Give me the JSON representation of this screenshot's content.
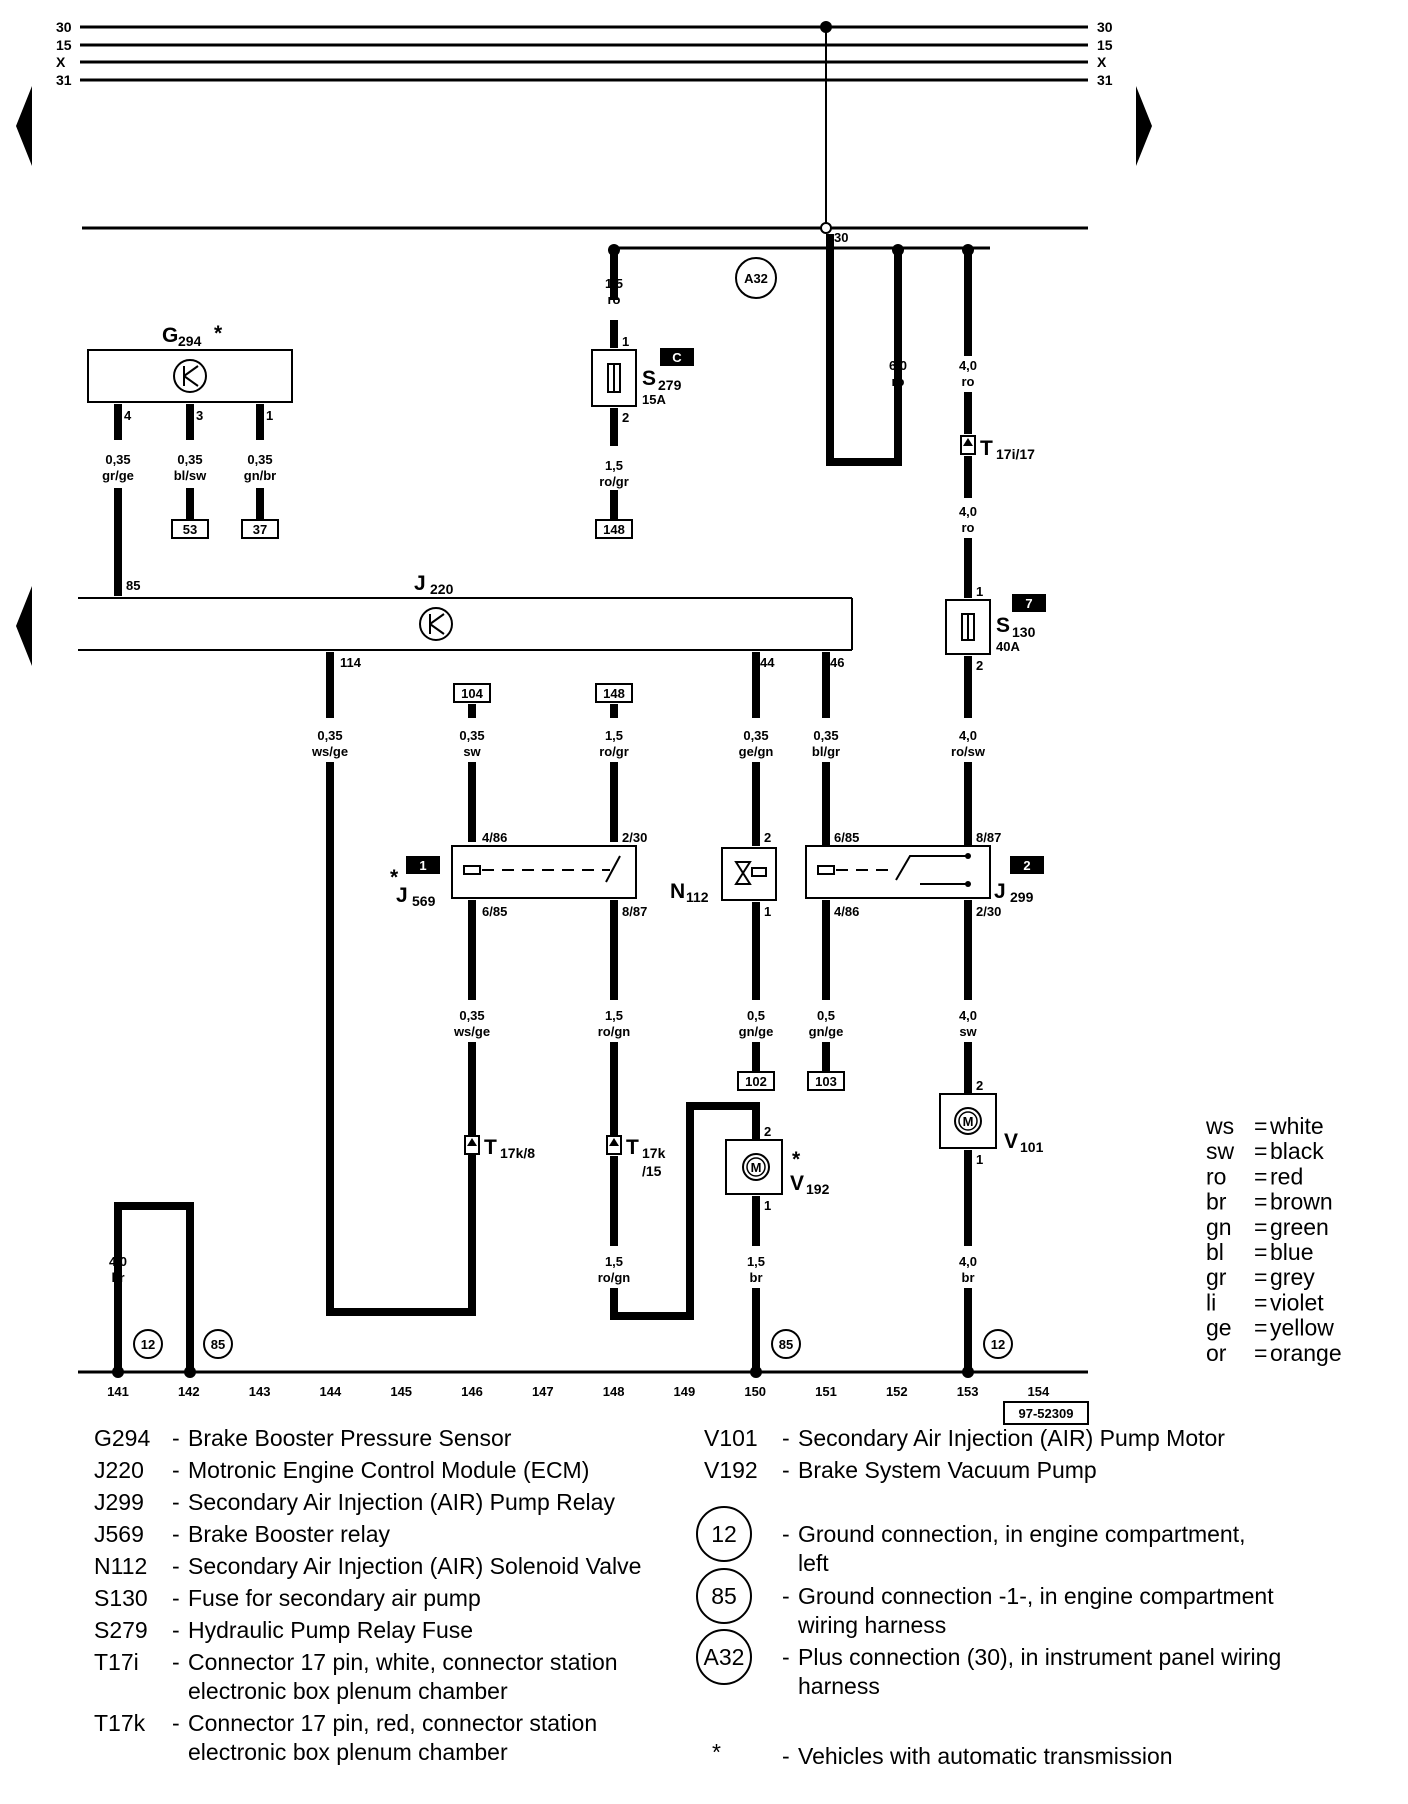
{
  "bus": {
    "left_labels": [
      "30",
      "15",
      "X",
      "31"
    ],
    "right_labels": [
      "30",
      "15",
      "X",
      "31"
    ],
    "point_30": "30"
  },
  "components": {
    "g294": {
      "name": "G",
      "sub": "294",
      "star": "*",
      "pins": [
        "4",
        "3",
        "1"
      ]
    },
    "j220": {
      "name": "J",
      "sub": "220",
      "pin85": "85",
      "pin114": "114",
      "pin44": "44",
      "pin46": "46"
    },
    "s279": {
      "name": "S",
      "sub": "279",
      "rating": "15A",
      "flag": "C",
      "pin1": "1",
      "pin2": "2"
    },
    "s130": {
      "name": "S",
      "sub": "130",
      "rating": "40A",
      "flag": "7",
      "pin1": "1",
      "pin2": "2"
    },
    "a32": {
      "label": "A32"
    },
    "t17i": {
      "name": "T",
      "sub": "17i/17"
    },
    "j569": {
      "name": "J",
      "sub": "569",
      "star": "*",
      "flag": "1",
      "pin_tl": "4/86",
      "pin_tr": "2/30",
      "pin_bl": "6/85",
      "pin_br": "8/87"
    },
    "n112": {
      "name": "N",
      "sub": "112",
      "pin_top": "2",
      "pin_bottom": "1"
    },
    "j299": {
      "name": "J",
      "sub": "299",
      "flag": "2",
      "pin_tl": "6/85",
      "pin_tr": "8/87",
      "pin_bl": "4/86",
      "pin_br": "2/30"
    },
    "t17k8": {
      "name": "T",
      "sub": "17k/8"
    },
    "t17k15": {
      "name": "T",
      "sub": "17k",
      "sub2": "/15"
    },
    "v192": {
      "name": "V",
      "sub": "192",
      "star": "*",
      "pin_top": "2",
      "pin_bottom": "1",
      "motor": "M"
    },
    "v101": {
      "name": "V",
      "sub": "101",
      "pin_top": "2",
      "pin_bottom": "1",
      "motor": "M"
    }
  },
  "wires": {
    "g294_p4": [
      "0,35",
      "gr/ge"
    ],
    "g294_p3": [
      "0,35",
      "bl/sw"
    ],
    "g294_p1": [
      "0,35",
      "gn/br"
    ],
    "s279_top": [
      "1,5",
      "ro"
    ],
    "s279_bot": [
      "1,5",
      "ro/gr"
    ],
    "loop_60": [
      "6,0",
      "ro"
    ],
    "s130_top1": [
      "4,0",
      "ro"
    ],
    "s130_top2": [
      "4,0",
      "ro"
    ],
    "s130_bot": [
      "4,0",
      "ro/sw"
    ],
    "j220_114": [
      "0,35",
      "ws/ge"
    ],
    "j569_in": [
      "0,35",
      "sw"
    ],
    "j569_sw_in": [
      "1,5",
      "ro/gr"
    ],
    "n112_in": [
      "0,35",
      "ge/gn"
    ],
    "j299_in": [
      "0,35",
      "bl/gr"
    ],
    "j569_out": [
      "0,35",
      "ws/ge"
    ],
    "j569_sw_out": [
      "1,5",
      "ro/gn"
    ],
    "n112_out": [
      "0,5",
      "gn/ge"
    ],
    "j299_out": [
      "0,5",
      "gn/ge"
    ],
    "v101_in": [
      "4,0",
      "sw"
    ],
    "gnd_141": [
      "4,0",
      "br"
    ],
    "v192_sw": [
      "1,5",
      "ro/gn"
    ],
    "v192_gnd": [
      "1,5",
      "br"
    ],
    "v101_gnd": [
      "4,0",
      "br"
    ]
  },
  "refs": {
    "r53": "53",
    "r37": "37",
    "r148a": "148",
    "r104": "104",
    "r148b": "148",
    "r102": "102",
    "r103": "103"
  },
  "grounds": {
    "g12a": "12",
    "g85a": "85",
    "g85b": "85",
    "g12b": "12"
  },
  "scale": [
    "141",
    "142",
    "143",
    "144",
    "145",
    "146",
    "147",
    "148",
    "149",
    "150",
    "151",
    "152",
    "153",
    "154"
  ],
  "doc_number": "97-52309",
  "color_key": [
    {
      "code": "ws",
      "name": "white"
    },
    {
      "code": "sw",
      "name": "black"
    },
    {
      "code": "ro",
      "name": "red"
    },
    {
      "code": "br",
      "name": "brown"
    },
    {
      "code": "gn",
      "name": "green"
    },
    {
      "code": "bl",
      "name": "blue"
    },
    {
      "code": "gr",
      "name": "grey"
    },
    {
      "code": "li",
      "name": "violet"
    },
    {
      "code": "ge",
      "name": "yellow"
    },
    {
      "code": "or",
      "name": "orange"
    }
  ],
  "legend_left": [
    {
      "code": "G294",
      "lines": [
        "Brake Booster Pressure Sensor"
      ]
    },
    {
      "code": "J220",
      "lines": [
        "Motronic Engine Control Module (ECM)"
      ]
    },
    {
      "code": "J299",
      "lines": [
        "Secondary Air Injection (AIR) Pump Relay"
      ]
    },
    {
      "code": "J569",
      "lines": [
        "Brake Booster relay"
      ]
    },
    {
      "code": "N112",
      "lines": [
        "Secondary Air Injection (AIR) Solenoid Valve"
      ]
    },
    {
      "code": "S130",
      "lines": [
        "Fuse for secondary air pump"
      ]
    },
    {
      "code": "S279",
      "lines": [
        "Hydraulic Pump Relay Fuse"
      ]
    },
    {
      "code": "T17i",
      "lines": [
        "Connector 17 pin, white, connector station",
        "electronic box plenum chamber"
      ]
    },
    {
      "code": "T17k",
      "lines": [
        "Connector 17 pin, red, connector station",
        "electronic box plenum chamber"
      ]
    }
  ],
  "legend_right": [
    {
      "code": "V101",
      "lines": [
        "Secondary Air Injection (AIR) Pump Motor"
      ]
    },
    {
      "code": "V192",
      "lines": [
        "Brake System Vacuum Pump"
      ]
    },
    {
      "code": "12",
      "lines": [
        "Ground connection, in engine compartment,",
        "left"
      ]
    },
    {
      "code": "85",
      "lines": [
        "Ground connection -1-, in engine compartment",
        "wiring harness"
      ]
    },
    {
      "code": "A32",
      "lines": [
        "Plus connection (30), in instrument panel wiring",
        "harness"
      ]
    },
    {
      "code": "*",
      "lines": [
        "Vehicles with automatic transmission"
      ]
    }
  ]
}
